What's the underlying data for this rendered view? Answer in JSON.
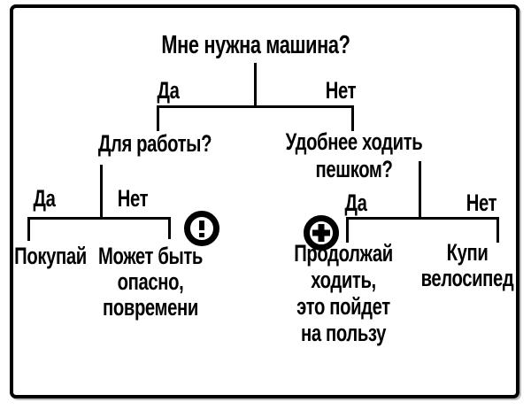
{
  "tree": {
    "root": {
      "question": "Мне нужна машина?",
      "yes_label": "Да",
      "no_label": "Нет"
    },
    "work_branch": {
      "question": "Для работы?",
      "yes_label": "Да",
      "no_label": "Нет",
      "yes_outcome": "Покупай",
      "no_outcome": {
        "line1": "Может быть",
        "line2": "опасно,",
        "line3": "повремени"
      },
      "no_outcome_icon": "warning-exclamation-circle-icon"
    },
    "walk_branch": {
      "question": {
        "line1": "Удобнее ходить",
        "line2": "пешком?"
      },
      "yes_label": "Да",
      "no_label": "Нет",
      "yes_outcome": {
        "line1": "Продолжай",
        "line2": "ходить,",
        "line3": "это пойдет",
        "line4": "на пользу"
      },
      "yes_outcome_icon": "plus-circle-icon",
      "no_outcome": {
        "line1": "Купи",
        "line2": "велосипед"
      }
    },
    "colors": {
      "ink": "#000000",
      "background": "#ffffff"
    }
  }
}
